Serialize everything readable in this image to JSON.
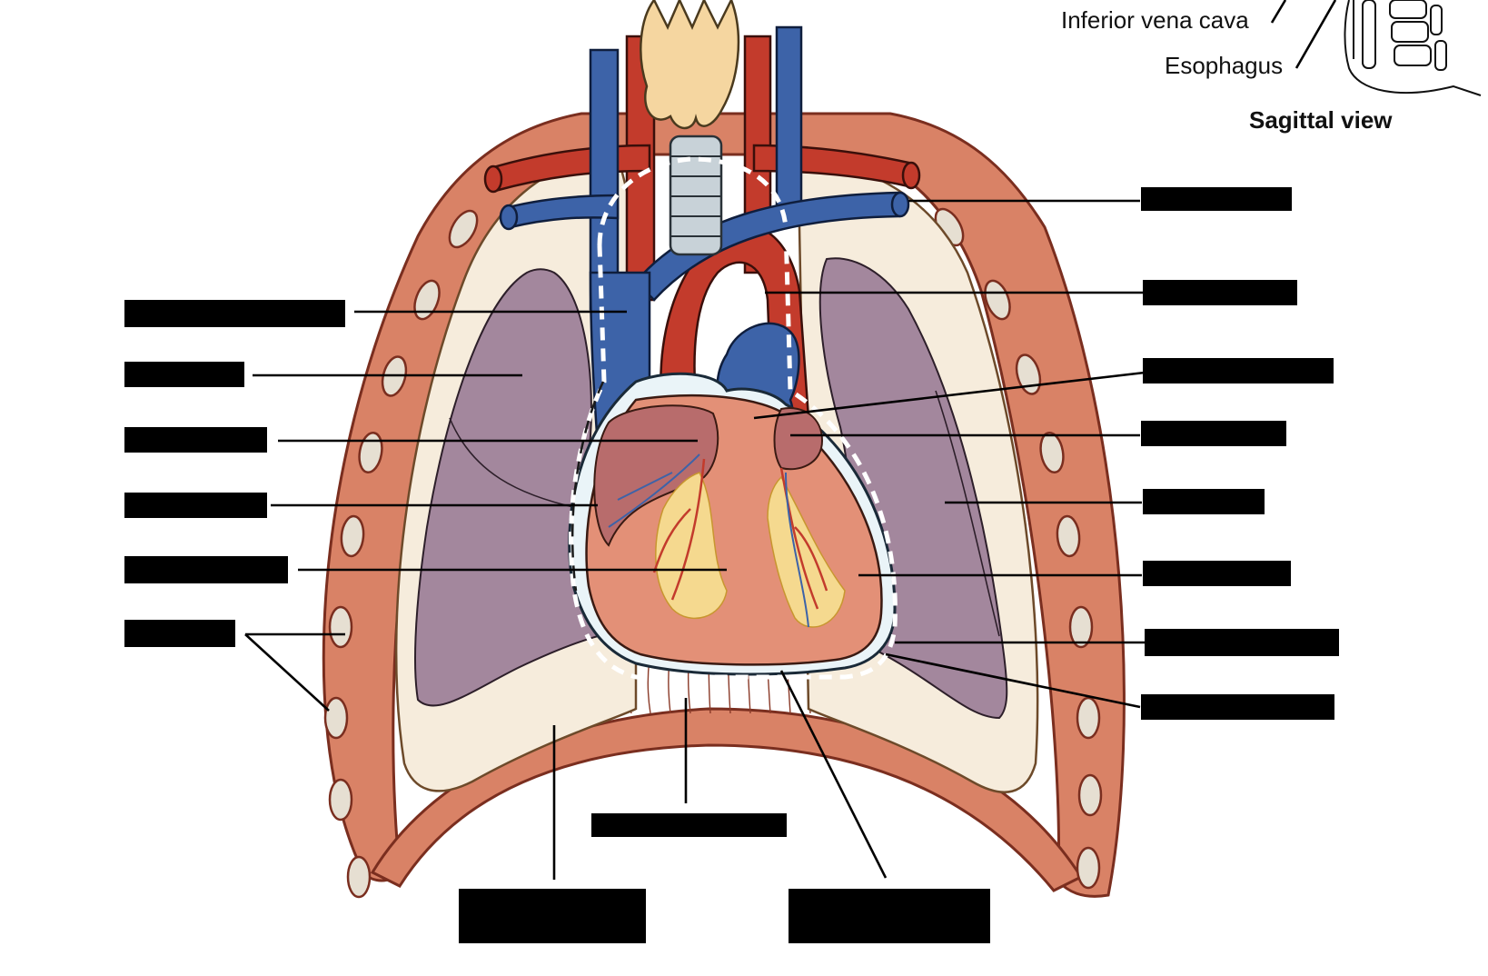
{
  "labels": {
    "inferior_vena_cava": "Inferior vena cava",
    "esophagus": "Esophagus",
    "sagittal_view": "Sagittal view"
  },
  "colors": {
    "rib_tissue": "#d98266",
    "rib_outline": "#7a2e1f",
    "rib_bone": "#e6dfd2",
    "pleural_cream": "#f6ecdc",
    "lung_purple": "#a3879d",
    "artery_red": "#c33b2c",
    "vein_blue": "#3d63a8",
    "heart_pink": "#e39077",
    "atrium_mauve": "#b86c6c",
    "fat_yellow": "#f5d98f",
    "thyroid": "#f5d6a0",
    "trachea": "#c8d2d8",
    "mask_black": "#000000"
  },
  "icons": [
    "heart-icon",
    "lung-icon",
    "rib-icon",
    "thyroid-icon",
    "trachea-icon",
    "spine-icon"
  ]
}
